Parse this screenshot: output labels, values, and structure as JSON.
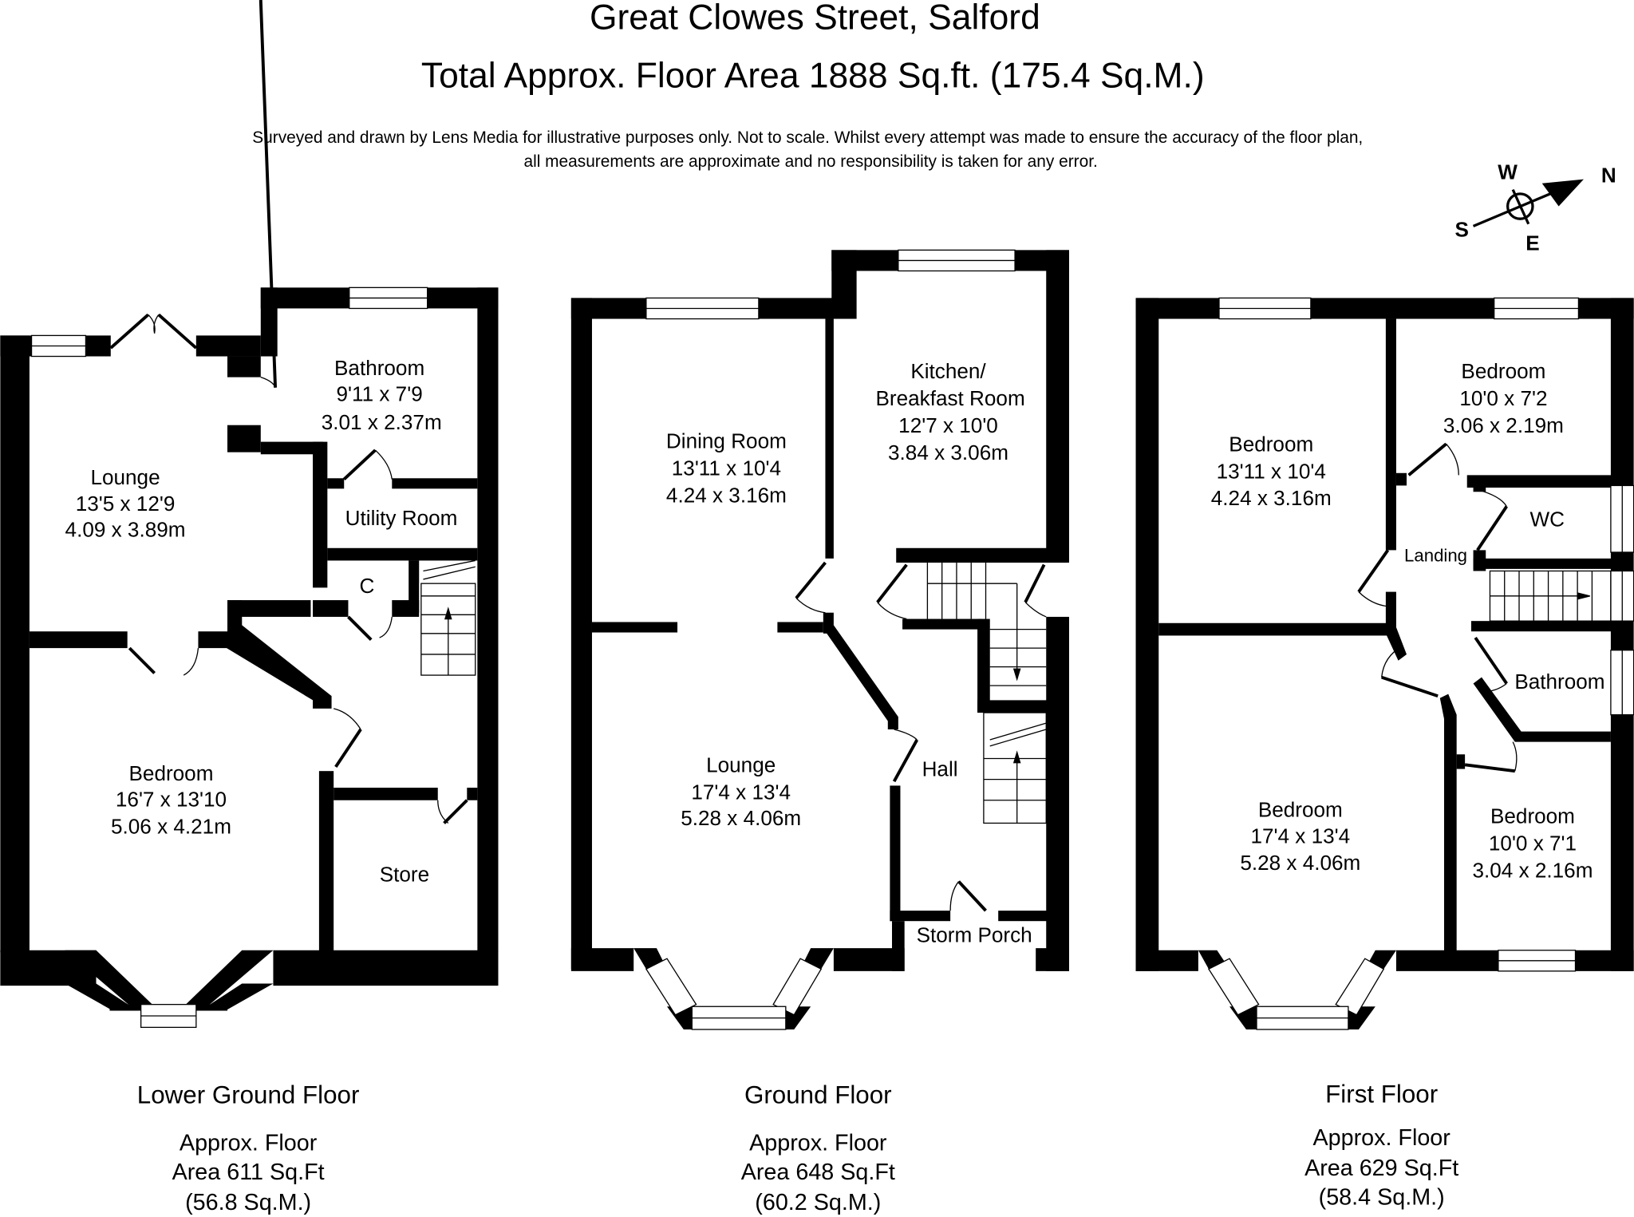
{
  "header": {
    "title": "Great Clowes Street, Salford",
    "total_area": "Total Approx. Floor Area 1888 Sq.ft. (175.4 Sq.M.)",
    "disclaimer_line1": "Surveyed and drawn by Lens Media for illustrative purposes only. Not to scale. Whilst every attempt was made to ensure the accuracy of the floor plan,",
    "disclaimer_line2": "all measurements are approximate and no responsibility is taken for any error."
  },
  "compass": {
    "icon": "compass-icon",
    "north": "N",
    "south": "S",
    "east": "E",
    "west": "W"
  },
  "floors": [
    {
      "name": "Lower Ground Floor",
      "area_line1": "Approx. Floor",
      "area_line2": "Area 611 Sq.Ft",
      "area_line3": "(56.8 Sq.M.)",
      "rooms": [
        {
          "name": "Lounge",
          "imperial": "13'5 x 12'9",
          "metric": "4.09 x 3.89m"
        },
        {
          "name": "Bathroom",
          "imperial": "9'11 x 7'9",
          "metric": "3.01 x 2.37m"
        },
        {
          "name": "Utility Room"
        },
        {
          "name": "C"
        },
        {
          "name": "Bedroom",
          "imperial": "16'7 x 13'10",
          "metric": "5.06 x 4.21m"
        },
        {
          "name": "Store"
        }
      ]
    },
    {
      "name": "Ground Floor",
      "area_line1": "Approx. Floor",
      "area_line2": "Area 648 Sq.Ft",
      "area_line3": "(60.2 Sq.M.)",
      "rooms": [
        {
          "name": "Dining Room",
          "imperial": "13'11 x 10'4",
          "metric": "4.24 x 3.16m"
        },
        {
          "name": "Kitchen/",
          "name2": "Breakfast Room",
          "imperial": "12'7 x 10'0",
          "metric": "3.84 x 3.06m"
        },
        {
          "name": "Lounge",
          "imperial": "17'4 x 13'4",
          "metric": "5.28 x 4.06m"
        },
        {
          "name": "Hall"
        },
        {
          "name": "Storm Porch"
        }
      ]
    },
    {
      "name": "First Floor",
      "area_line1": "Approx. Floor",
      "area_line2": "Area 629 Sq.Ft",
      "area_line3": "(58.4 Sq.M.)",
      "rooms": [
        {
          "name": "Bedroom",
          "imperial": "13'11 x 10'4",
          "metric": "4.24 x 3.16m"
        },
        {
          "name": "Bedroom",
          "imperial": "10'0 x 7'2",
          "metric": "3.06 x 2.19m"
        },
        {
          "name": "WC"
        },
        {
          "name": "Landing"
        },
        {
          "name": "Bathroom"
        },
        {
          "name": "Bedroom",
          "imperial": "17'4 x 13'4",
          "metric": "5.28 x 4.06m"
        },
        {
          "name": "Bedroom",
          "imperial": "10'0 x 7'1",
          "metric": "3.04 x 2.16m"
        }
      ]
    }
  ]
}
